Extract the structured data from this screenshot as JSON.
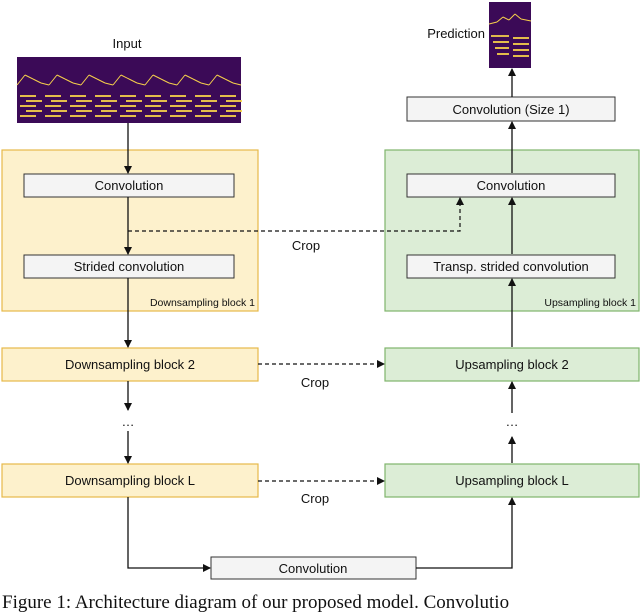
{
  "input_label": "Input",
  "prediction_label": "Prediction",
  "final_conv": "Convolution (Size 1)",
  "down_block1": {
    "conv": "Convolution",
    "strided": "Strided convolution",
    "name": "Downsampling block 1"
  },
  "up_block1": {
    "conv": "Convolution",
    "strided": "Transp. strided convolution",
    "name": "Upsampling block 1"
  },
  "down_block2": "Downsampling block 2",
  "down_blockL": "Downsampling block L",
  "up_block2": "Upsampling block 2",
  "up_blockL": "Upsampling block L",
  "bottleneck_conv": "Convolution",
  "crop_label": "Crop",
  "ellipsis": "…",
  "caption": "Figure 1: Architecture diagram of our proposed model. Convolutio",
  "colors": {
    "down_fill": "#fdf1cc",
    "down_stroke": "#e7b94a",
    "up_fill": "#dcedd6",
    "up_stroke": "#7fb56c",
    "box_fill": "#f4f4f4",
    "box_stroke": "#333333",
    "spectro_bg": "#3b0a57",
    "spectro_line": "#f7d14a"
  }
}
